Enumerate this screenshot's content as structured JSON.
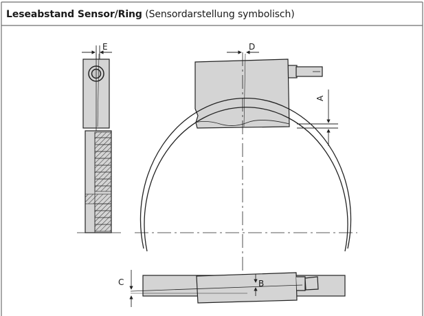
{
  "caption": {
    "title": "Leseabstand Sensor/Ring",
    "subtitle": "(Sensordarstellung symbolisch)"
  },
  "labels": {
    "e": "E",
    "d": "D",
    "a": "A",
    "b": "B",
    "c": "C"
  },
  "colors": {
    "frame": "#6e6e6e",
    "fill": "#d4d4d4",
    "stroke": "#222222",
    "hatch": "#444444"
  }
}
